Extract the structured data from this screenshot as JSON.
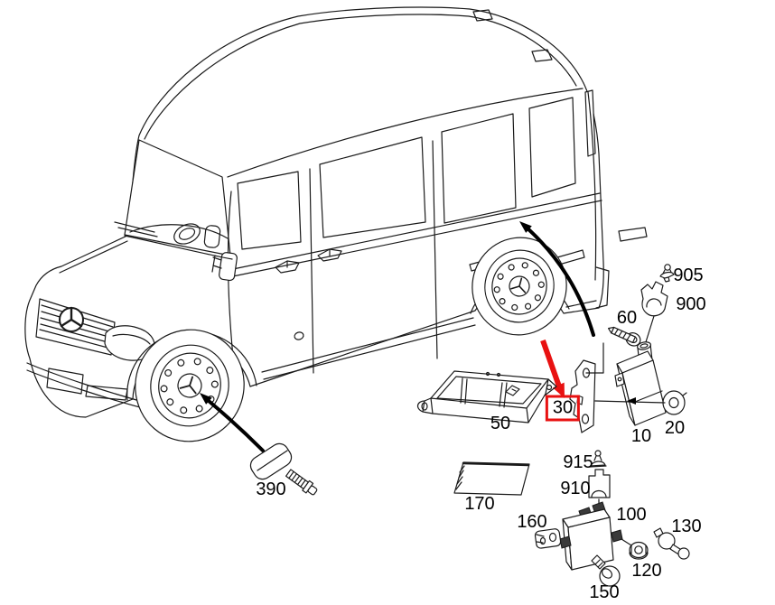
{
  "colors": {
    "background": "#ffffff",
    "line": "#1a1a1a",
    "highlight_red": "#e81111",
    "connector_dark": "#3a3a3a"
  },
  "illustrations": {
    "main": "sprinter-van-line-drawing",
    "arrow_front_wheel": "pointer-arrow-to-front-wheel",
    "arrow_rear_body": "pointer-arrow-to-body-above-rear-wheel",
    "arrow_highlight": "red-arrow-to-selected-callout-30"
  },
  "parts": {
    "p905": {
      "label": "905"
    },
    "p900": {
      "label": "900"
    },
    "p60": {
      "label": "60"
    },
    "p50": {
      "label": "50"
    },
    "p30": {
      "label": "30",
      "highlighted": true
    },
    "p10": {
      "label": "10"
    },
    "p20": {
      "label": "20"
    },
    "p390": {
      "label": "390"
    },
    "p170": {
      "label": "170"
    },
    "p915": {
      "label": "915"
    },
    "p910": {
      "label": "910"
    },
    "p100": {
      "label": "100"
    },
    "p160": {
      "label": "160"
    },
    "p130": {
      "label": "130"
    },
    "p120": {
      "label": "120"
    },
    "p150": {
      "label": "150"
    }
  }
}
